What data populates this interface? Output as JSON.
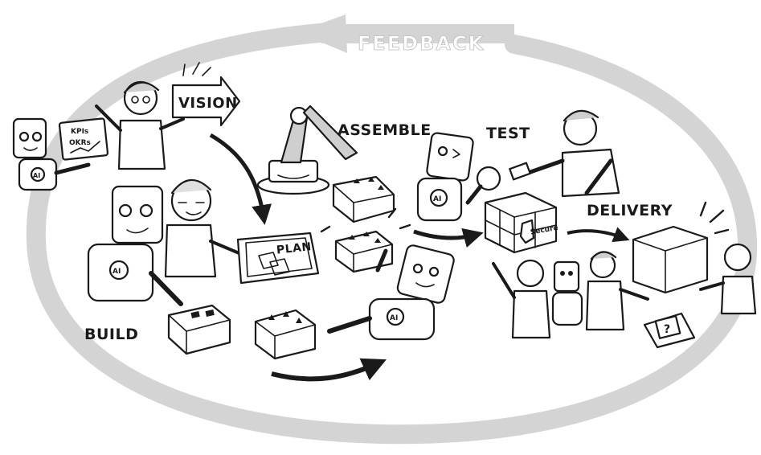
{
  "diagram": {
    "loop_label": "FEEDBACK",
    "stages": {
      "vision": "VISION",
      "plan": "PLAN",
      "assemble": "ASSEMBLE",
      "test": "TEST",
      "delivery": "DELIVERY",
      "build": "BUILD"
    },
    "small_text": {
      "kpis": "KPIs",
      "okrs": "OKRs",
      "ai_badge": "AI",
      "secure": "Secure",
      "question": "?"
    }
  }
}
